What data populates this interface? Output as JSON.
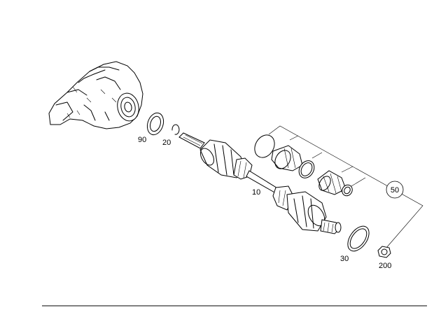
{
  "callouts": {
    "c90": "90",
    "c20": "20",
    "c10": "10",
    "c50": "50",
    "c30": "30",
    "c200": "200"
  }
}
